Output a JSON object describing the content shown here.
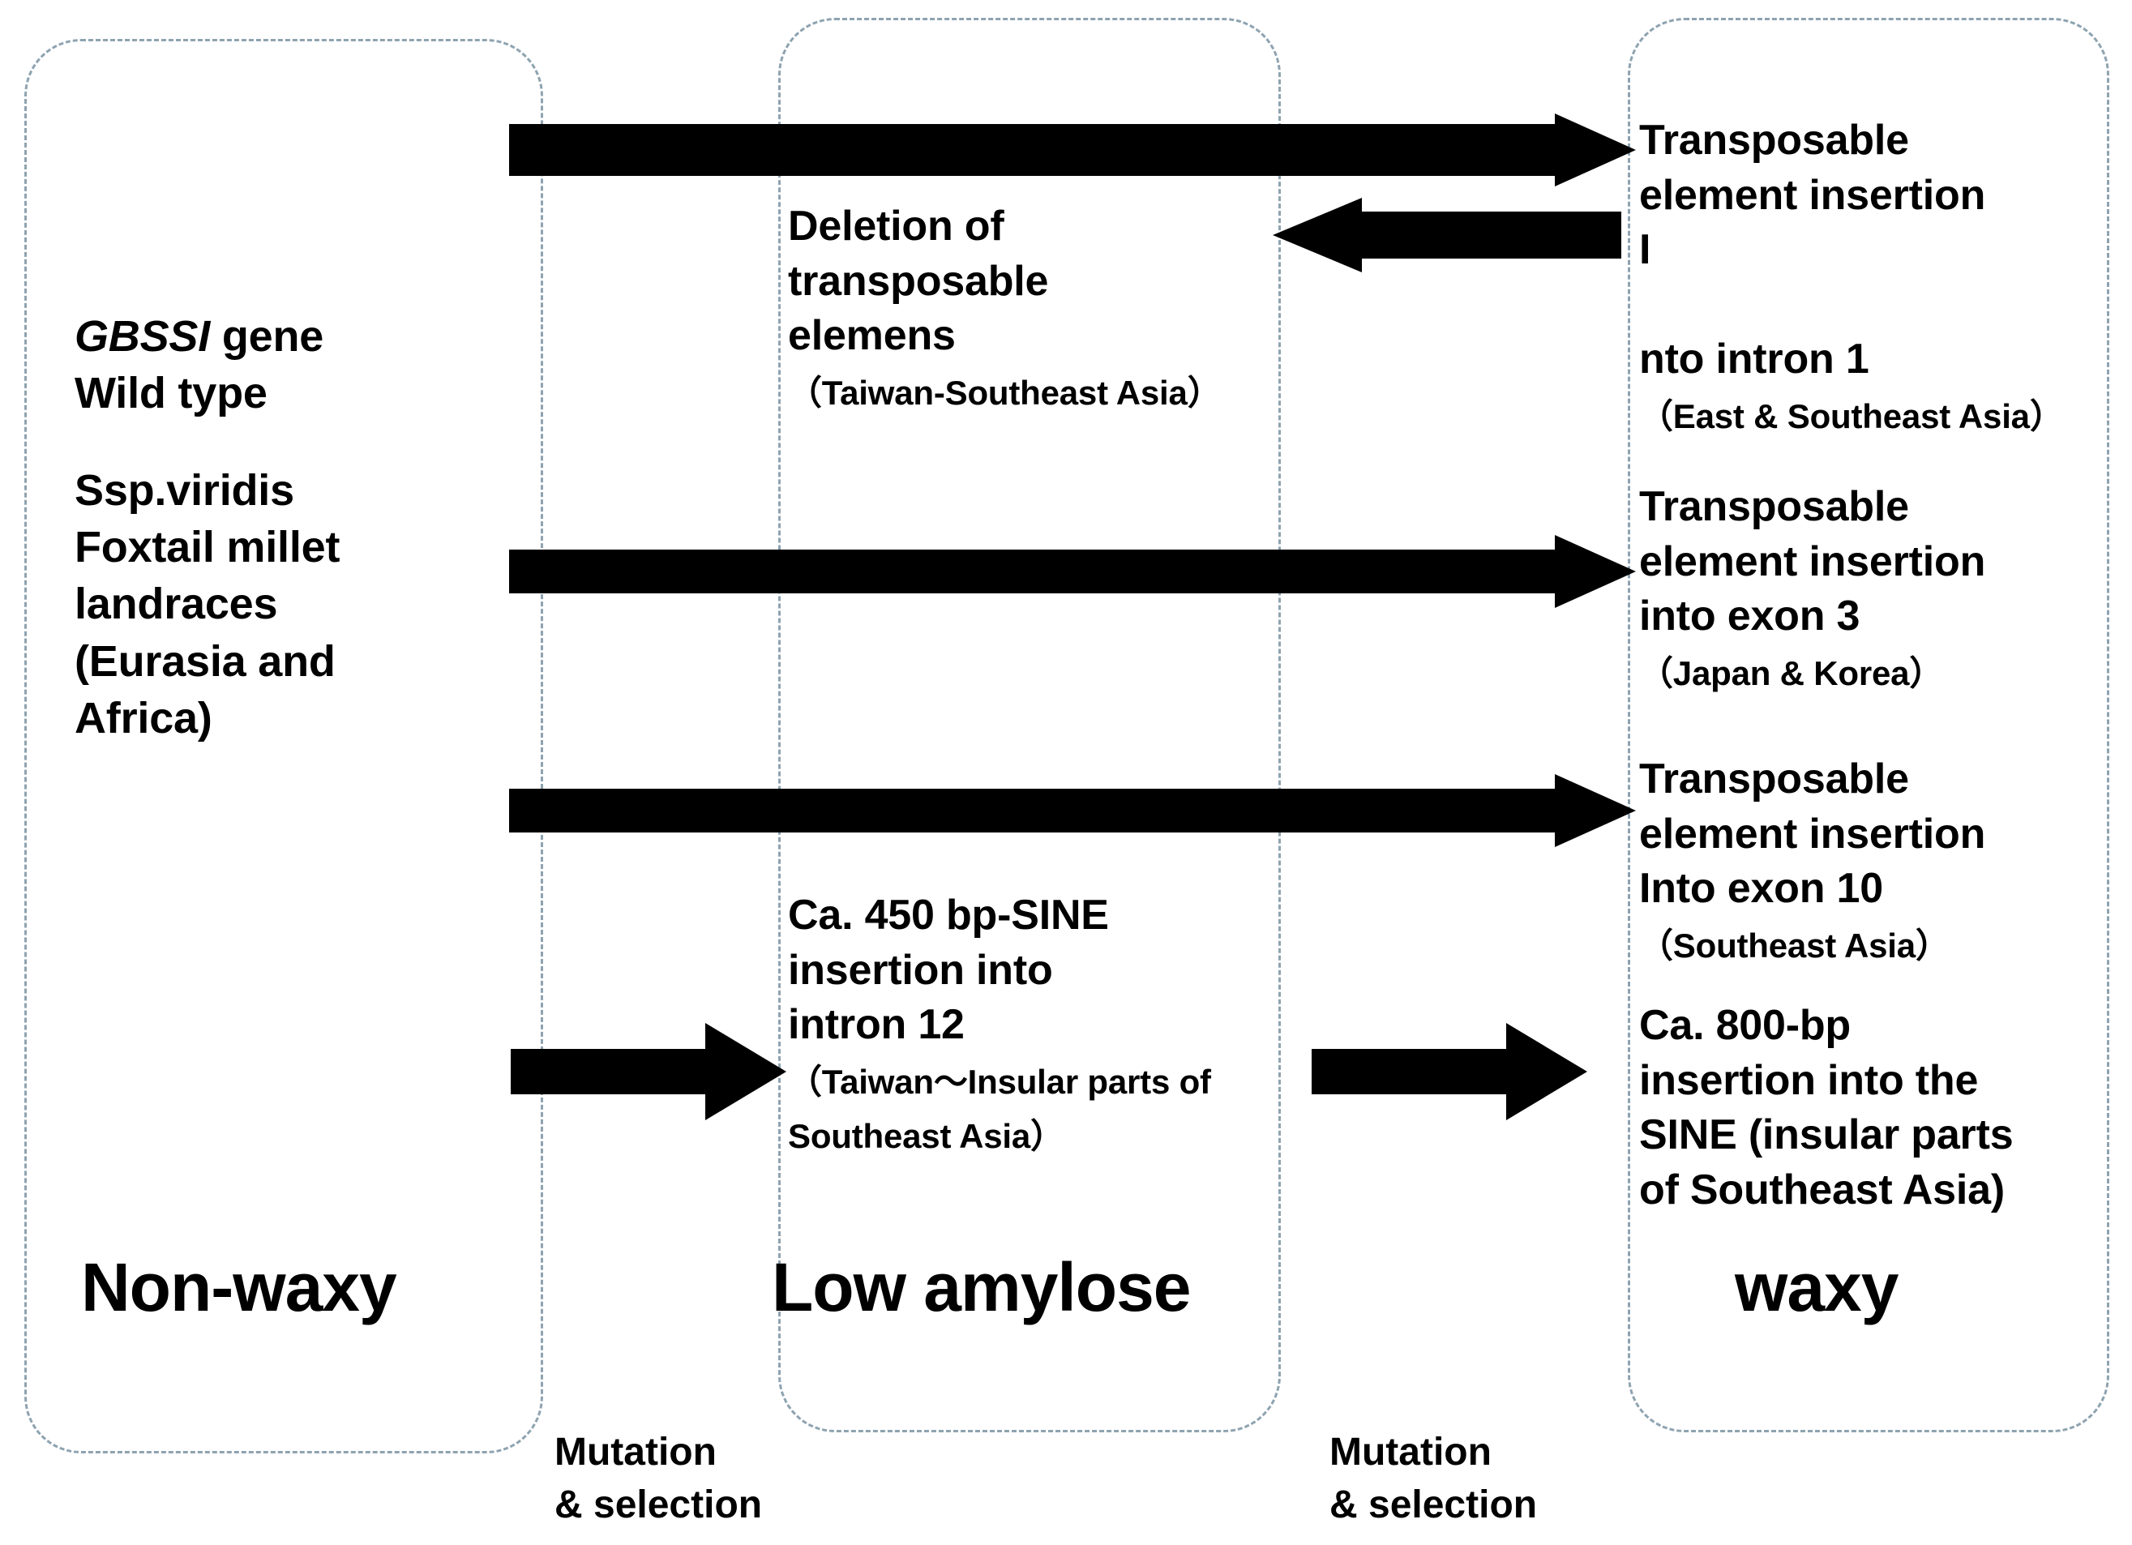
{
  "diagram": {
    "title": "GBSSI gene mutation pathway from non-waxy to waxy foxtail millet",
    "arrow_color": "#000000",
    "box_border_color": "#8ea3b0"
  },
  "stages": {
    "non_waxy": {
      "label": "Non-waxy",
      "gene_name": "GBSSI",
      "gene_suffix": "  gene",
      "gene_line2": "Wild type",
      "source_text": "Ssp.viridis\nFoxtail millet\nlandraces\n(Eurasia and\nAfrica)"
    },
    "low_amylose": {
      "label": "Low amylose",
      "deletion": {
        "main": "Deletion of\ntransposable\nelemens",
        "region": "（Taiwan-Southeast Asia）"
      },
      "sine_insertion": {
        "main": "Ca. 450 bp-SINE\ninsertion into\nintron 12",
        "region": "（Taiwan〜Insular parts of Southeast Asia）"
      }
    },
    "waxy": {
      "label": "waxy",
      "mutations": [
        {
          "main": "Transposable\nelement insertion\nI\n\nnto intron 1",
          "region": "（East & Southeast Asia）"
        },
        {
          "main": "Transposable\nelement insertion\ninto exon 3",
          "region": "（Japan & Korea）"
        },
        {
          "main": "Transposable\nelement insertion\nInto exon 10",
          "region": "（Southeast Asia）"
        },
        {
          "main": "Ca. 800-bp\ninsertion into the\nSINE (insular parts\nof Southeast Asia)",
          "region": ""
        }
      ]
    }
  },
  "transitions": {
    "mutation_selection_1": "Mutation\n& selection",
    "mutation_selection_2": "Mutation\n& selection",
    "arrows": [
      {
        "name": "non-waxy-to-waxy-intron1",
        "direction": "right"
      },
      {
        "name": "waxy-to-low-amylose-deletion",
        "direction": "left"
      },
      {
        "name": "non-waxy-to-waxy-exon3",
        "direction": "right"
      },
      {
        "name": "non-waxy-to-waxy-exon10",
        "direction": "right"
      },
      {
        "name": "non-waxy-to-low-amylose",
        "direction": "right"
      },
      {
        "name": "low-amylose-to-waxy",
        "direction": "right"
      }
    ]
  }
}
